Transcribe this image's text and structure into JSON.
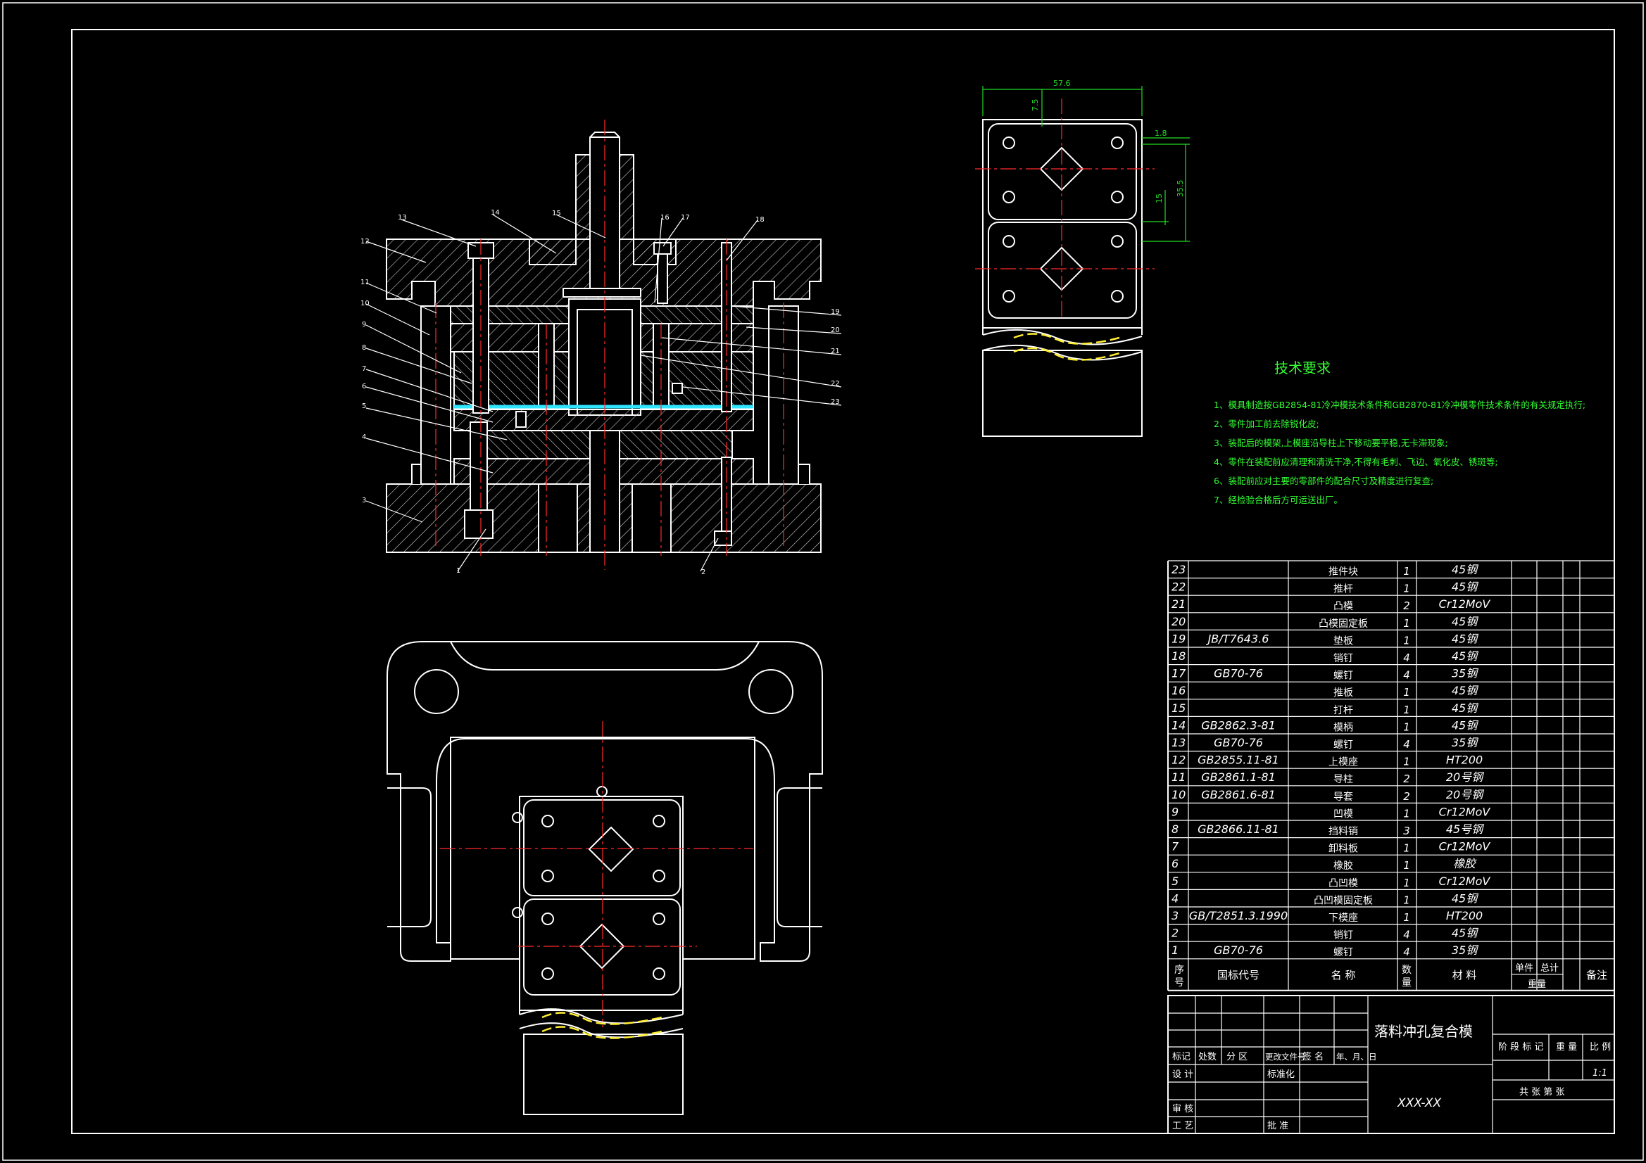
{
  "colors": {
    "background": "#000000",
    "line": "#ffffff",
    "center": "#ff2a2a",
    "dim": "#22dd22",
    "hatch": "#cfcfcf",
    "shoulder": "#2ee6ff",
    "dash": "#ffee33",
    "text": "#ffffff",
    "tech": "#33ff33"
  },
  "tech_requirements": {
    "title": "技术要求",
    "items": [
      "1、模具制造按GB2854-81冷冲模技术条件和GB2870-81冷冲模零件技术条件的有关规定执行;",
      "2、零件加工前去除锐化皮;",
      "3、装配后的模架,上模座沿导柱上下移动要平稳,无卡滞现象;",
      "4、零件在装配前应清理和清洗干净,不得有毛刺、飞边、氧化皮、锈斑等;",
      "6、装配前应对主要的零部件的配合尺寸及精度进行复查;",
      "7、经检验合格后方可运送出厂。"
    ]
  },
  "dimensions": {
    "width": "57.6",
    "top_offset": "7.5",
    "side_offset": "1.8",
    "pitch": "15",
    "overall": "35.5"
  },
  "balloons": [
    "1",
    "2",
    "3",
    "4",
    "5",
    "6",
    "7",
    "8",
    "9",
    "10",
    "11",
    "12",
    "13",
    "14",
    "15",
    "16",
    "17",
    "18",
    "19",
    "20",
    "21",
    "22",
    "23"
  ],
  "bom": {
    "rows": [
      {
        "no": "23",
        "std": "",
        "name": "推件块",
        "qty": "1",
        "mat": "45钢"
      },
      {
        "no": "22",
        "std": "",
        "name": "推杆",
        "qty": "1",
        "mat": "45钢"
      },
      {
        "no": "21",
        "std": "",
        "name": "凸模",
        "qty": "2",
        "mat": "Cr12MoV"
      },
      {
        "no": "20",
        "std": "",
        "name": "凸模固定板",
        "qty": "1",
        "mat": "45钢"
      },
      {
        "no": "19",
        "std": "JB/T7643.6",
        "name": "垫板",
        "qty": "1",
        "mat": "45钢"
      },
      {
        "no": "18",
        "std": "",
        "name": "销钉",
        "qty": "4",
        "mat": "45钢"
      },
      {
        "no": "17",
        "std": "GB70-76",
        "name": "螺钉",
        "qty": "4",
        "mat": "35钢"
      },
      {
        "no": "16",
        "std": "",
        "name": "推板",
        "qty": "1",
        "mat": "45钢"
      },
      {
        "no": "15",
        "std": "",
        "name": "打杆",
        "qty": "1",
        "mat": "45钢"
      },
      {
        "no": "14",
        "std": "GB2862.3-81",
        "name": "模柄",
        "qty": "1",
        "mat": "45钢"
      },
      {
        "no": "13",
        "std": "GB70-76",
        "name": "螺钉",
        "qty": "4",
        "mat": "35钢"
      },
      {
        "no": "12",
        "std": "GB2855.11-81",
        "name": "上模座",
        "qty": "1",
        "mat": "HT200"
      },
      {
        "no": "11",
        "std": "GB2861.1-81",
        "name": "导柱",
        "qty": "2",
        "mat": "20号钢"
      },
      {
        "no": "10",
        "std": "GB2861.6-81",
        "name": "导套",
        "qty": "2",
        "mat": "20号钢"
      },
      {
        "no": "9",
        "std": "",
        "name": "凹模",
        "qty": "1",
        "mat": "Cr12MoV"
      },
      {
        "no": "8",
        "std": "GB2866.11-81",
        "name": "挡料销",
        "qty": "3",
        "mat": "45号钢"
      },
      {
        "no": "7",
        "std": "",
        "name": "卸料板",
        "qty": "1",
        "mat": "Cr12MoV"
      },
      {
        "no": "6",
        "std": "",
        "name": "橡胶",
        "qty": "1",
        "mat": "橡胶"
      },
      {
        "no": "5",
        "std": "",
        "name": "凸凹模",
        "qty": "1",
        "mat": "Cr12MoV"
      },
      {
        "no": "4",
        "std": "",
        "name": "凸凹模固定板",
        "qty": "1",
        "mat": "45钢"
      },
      {
        "no": "3",
        "std": "GB/T2851.3.1990",
        "name": "下模座",
        "qty": "1",
        "mat": "HT200"
      },
      {
        "no": "2",
        "std": "",
        "name": "销钉",
        "qty": "4",
        "mat": "45钢"
      },
      {
        "no": "1",
        "std": "GB70-76",
        "name": "螺钉",
        "qty": "4",
        "mat": "35钢"
      }
    ],
    "header": {
      "no": "序号",
      "std": "国标代号",
      "name": "名 称",
      "qty": "数量",
      "mat": "材 料",
      "unit": "单件",
      "total": "总计",
      "weight": "重量",
      "remark": "备注"
    }
  },
  "title_block": {
    "drawing_name": "落料冲孔复合模",
    "drawing_no": "XXX-XX",
    "revision_labels": [
      "标记",
      "处数",
      "分 区",
      "更改文件号",
      "签 名",
      "年、月、日"
    ],
    "design": "设 计",
    "standardize": "标准化",
    "check": "审 核",
    "process": "工 艺",
    "approve": "批 准",
    "stage_mark": "阶 段 标 记",
    "weight": "重 量",
    "scale_label": "比 例",
    "scale": "1:1",
    "sheets": "共 张 第 张"
  }
}
